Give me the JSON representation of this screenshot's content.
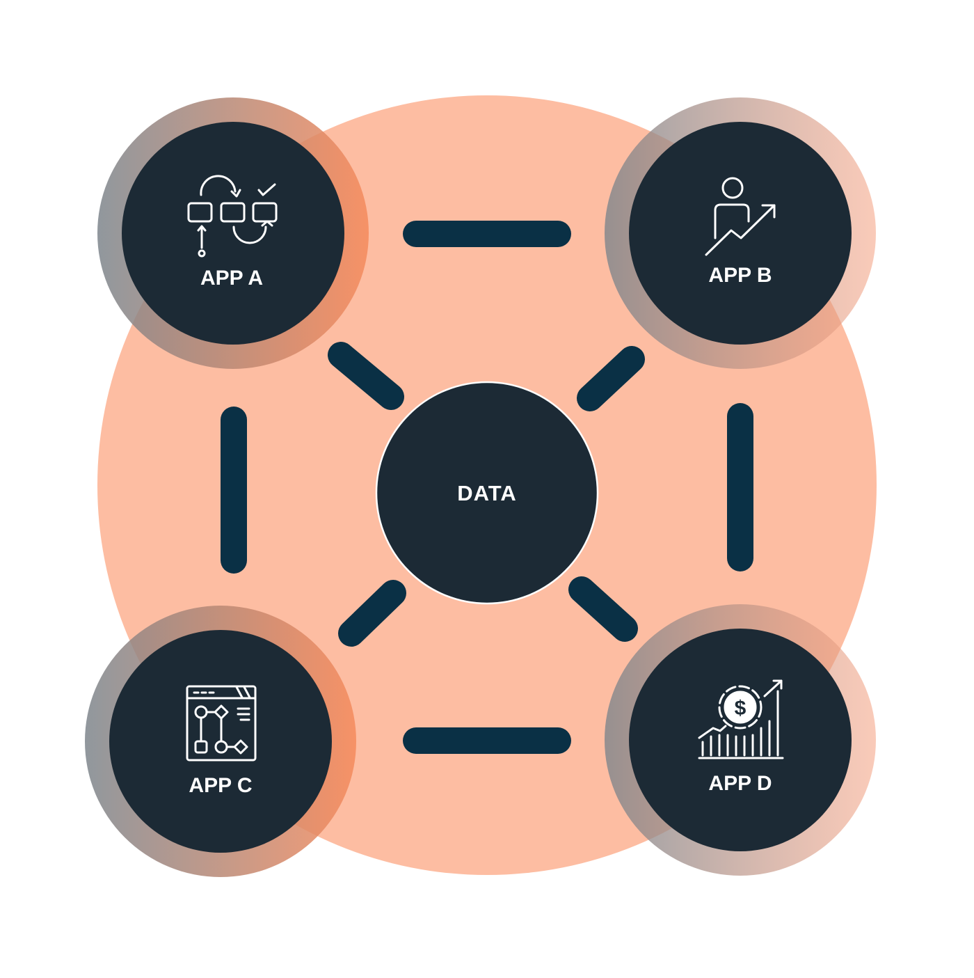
{
  "diagram": {
    "center": {
      "label": "DATA"
    },
    "nodes": [
      {
        "id": "a",
        "label": "APP A",
        "icon": "workflow-process-icon"
      },
      {
        "id": "b",
        "label": "APP B",
        "icon": "person-growth-icon"
      },
      {
        "id": "c",
        "label": "APP C",
        "icon": "flowchart-window-icon"
      },
      {
        "id": "d",
        "label": "APP D",
        "icon": "dollar-growth-chart-icon"
      }
    ],
    "colors": {
      "background": "#ffffff",
      "hub_fill": "#FDBDA2",
      "node_fill": "#1C2A35",
      "connector": "#0A3045",
      "ring_gray": "#7D858C",
      "ring_orange": "#F58A5C",
      "text": "#ffffff"
    }
  }
}
